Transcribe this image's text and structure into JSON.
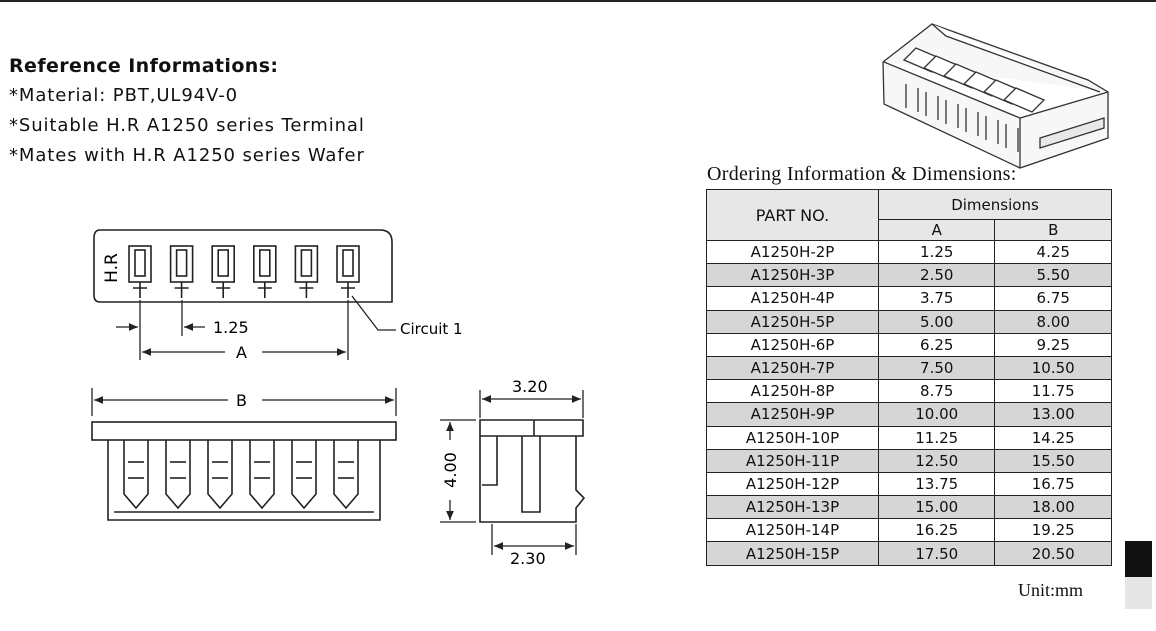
{
  "reference": {
    "heading": "Reference Informations:",
    "lines": [
      "*Material: PBT,UL94V-0",
      "*Suitable H.R A1250 series Terminal",
      "*Mates with H.R A1250 series Wafer"
    ]
  },
  "drawing": {
    "brand_mark": "H.R",
    "pitch_label": "1.25",
    "circuit_label": "Circuit  1",
    "dim_a_label": "A",
    "dim_b_label": "B",
    "width_label": "3.20",
    "height_label": "4.00",
    "depth_label": "2.30"
  },
  "ordering": {
    "title": "Ordering Information & Dimensions:",
    "part_header": "PART NO.",
    "dimensions_header": "Dimensions",
    "col_a": "A",
    "col_b": "B",
    "rows": [
      {
        "part": "A1250H-2P",
        "a": "1.25",
        "b": "4.25"
      },
      {
        "part": "A1250H-3P",
        "a": "2.50",
        "b": "5.50"
      },
      {
        "part": "A1250H-4P",
        "a": "3.75",
        "b": "6.75"
      },
      {
        "part": "A1250H-5P",
        "a": "5.00",
        "b": "8.00"
      },
      {
        "part": "A1250H-6P",
        "a": "6.25",
        "b": "9.25"
      },
      {
        "part": "A1250H-7P",
        "a": "7.50",
        "b": "10.50"
      },
      {
        "part": "A1250H-8P",
        "a": "8.75",
        "b": "11.75"
      },
      {
        "part": "A1250H-9P",
        "a": "10.00",
        "b": "13.00"
      },
      {
        "part": "A1250H-10P",
        "a": "11.25",
        "b": "14.25"
      },
      {
        "part": "A1250H-11P",
        "a": "12.50",
        "b": "15.50"
      },
      {
        "part": "A1250H-12P",
        "a": "13.75",
        "b": "16.75"
      },
      {
        "part": "A1250H-13P",
        "a": "15.00",
        "b": "18.00"
      },
      {
        "part": "A1250H-14P",
        "a": "16.25",
        "b": "19.25"
      },
      {
        "part": "A1250H-15P",
        "a": "17.50",
        "b": "20.50"
      }
    ],
    "unit": "Unit:mm"
  }
}
